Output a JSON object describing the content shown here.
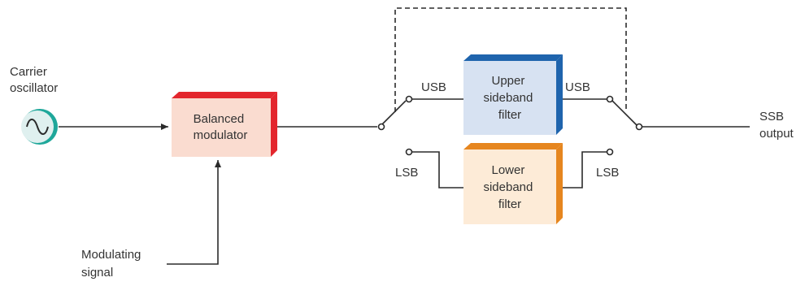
{
  "diagram": {
    "carrier_label": [
      "Carrier",
      "oscillator"
    ],
    "modulating_label": [
      "Modulating",
      "signal"
    ],
    "balanced_modulator": [
      "Balanced",
      "modulator"
    ],
    "upper_filter": [
      "Upper",
      "sideband",
      "filter"
    ],
    "lower_filter": [
      "Lower",
      "sideband",
      "filter"
    ],
    "switch_labels": {
      "usb_in": "USB",
      "lsb_in": "LSB",
      "usb_out": "USB",
      "lsb_out": "LSB"
    },
    "output_label": [
      "SSB",
      "output"
    ],
    "colors": {
      "line": "#2b2b2b",
      "balanced_face": "#fadcd0",
      "balanced_accent": "#e3262d",
      "upper_face": "#d7e2f2",
      "upper_accent": "#1f64ad",
      "lower_face": "#fdebd7",
      "lower_accent": "#e6861f",
      "oscillator_fill": "#dff0ef",
      "oscillator_ring": "#1ea79a"
    }
  }
}
